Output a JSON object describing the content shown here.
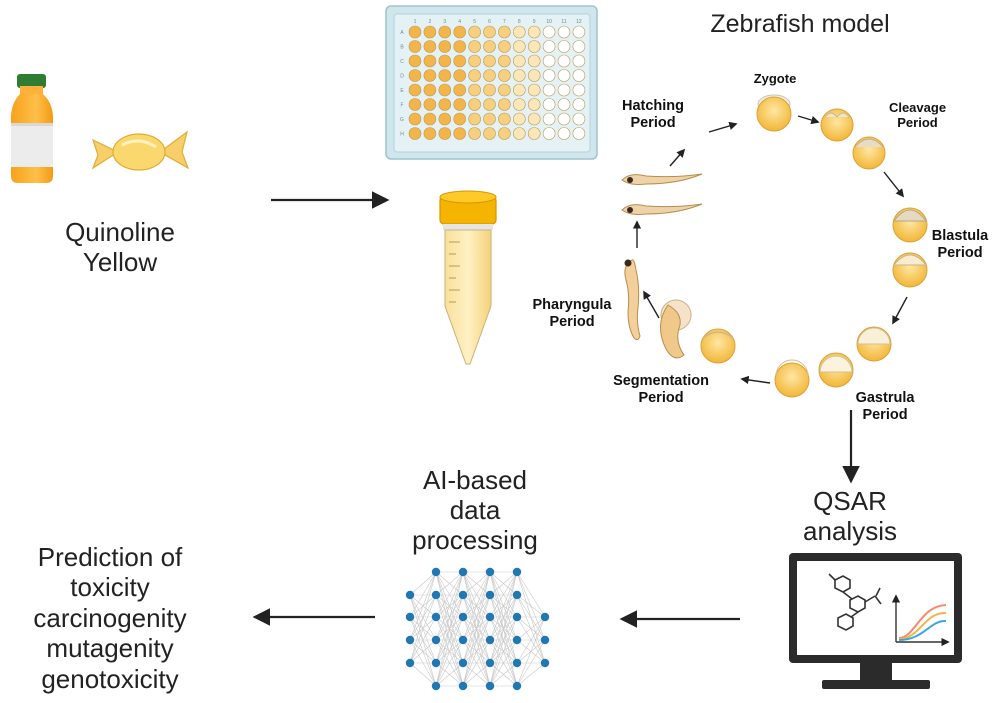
{
  "labels": {
    "quinoline": [
      "Quinoline",
      "Yellow"
    ],
    "zebrafish_title": "Zebrafish model",
    "zygote": "Zygote",
    "cleavage": [
      "Cleavage",
      "Period"
    ],
    "blastula": [
      "Blastula",
      "Period"
    ],
    "gastrula": [
      "Gastrula",
      "Period"
    ],
    "segmentation": [
      "Segmentation",
      "Period"
    ],
    "pharyngula": [
      "Pharyngula",
      "Period"
    ],
    "hatching": [
      "Hatching",
      "Period"
    ],
    "qsar": [
      "QSAR",
      "analysis"
    ],
    "ai": [
      "AI-based",
      "data",
      "processing"
    ],
    "prediction": [
      "Prediction of",
      "toxicity",
      "carcinogenity",
      "mutagenity",
      "genotoxicity"
    ]
  },
  "well_plate": {
    "column_numbers": [
      "1",
      "2",
      "3",
      "4",
      "5",
      "6",
      "7",
      "8",
      "9",
      "10",
      "11",
      "12"
    ],
    "row_letters": [
      "A",
      "B",
      "C",
      "D",
      "E",
      "F",
      "G",
      "H"
    ]
  },
  "colors": {
    "egg": "#f7c65a",
    "egg_light": "#fde6a7",
    "orange": "#f5a623",
    "bottle_cap": "#2f7d32",
    "tube_cap": "#f4b400",
    "node": "#1f77b4",
    "arrow": "#222222",
    "monitor": "#2b2b2b"
  }
}
